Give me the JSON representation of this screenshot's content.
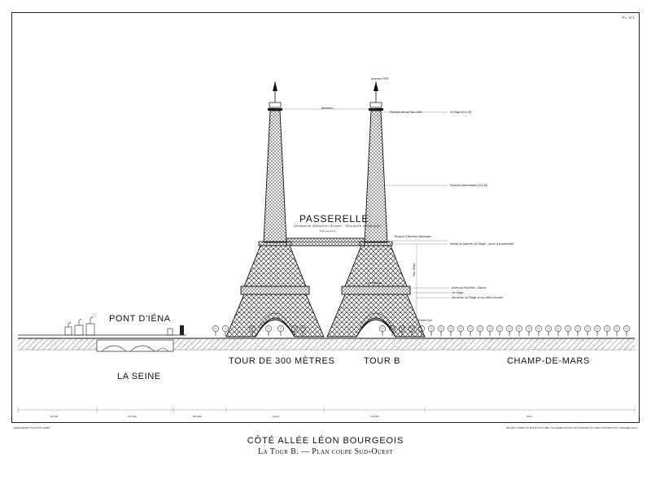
{
  "sheet": {
    "plate_number": "PL. N°1",
    "footnote_left": "LIDER ERUDITUS ALB BY HABIT",
    "footnote_right": "RELIEF FOREST DUMOND-TOUT BEL TOULEMER FROM LES DUMOND UN HABIT  CONCEPTION: NOMINEE GELIT"
  },
  "labels": {
    "pont": "PONT D'IÉNA",
    "seine": "LA SEINE",
    "tour300": "TOUR DE 300 MÈTRES",
    "tourb": "TOUR B",
    "champ": "CHAMP-DE-MARS",
    "passerelle": "PASSERELLE",
    "passerelle_sub": "Géométrie Wanderer-Broder : Structure métallique",
    "passerelle_note": "Passerelle"
  },
  "annotations": {
    "antenne": "Antenne RTBF",
    "point_vue": "Point de vue sur Tour 1000",
    "etage3": "3e Étage (912,00)",
    "plancher": "Plancher intermédiaire (222,40)",
    "terrasse": "Terrasse G Breithar Distribution",
    "niveau": "Niveau de plancher 1er Étage – accès à la passerelle",
    "feuil": "Le Feuil bar",
    "acces": "Accès au Feuil Bert – Balcon",
    "etage1": "1er Étage",
    "arrivee": "Arrivée au 1er Étage, je suis Bien Commen",
    "entree": "Entrée Sud",
    "dim_left_top": "Baudouin",
    "dim_vertical": "Tour Treize"
  },
  "dimensions": [
    "95,000",
    "132,000",
    "95,0000",
    "113,00",
    "135,000",
    "2000"
  ],
  "caption": {
    "line1": "CÔTÉ ALLÉE LÉON BOURGEOIS",
    "line2": "La Tour B. — Plan coupe Sud-Ouest"
  }
}
